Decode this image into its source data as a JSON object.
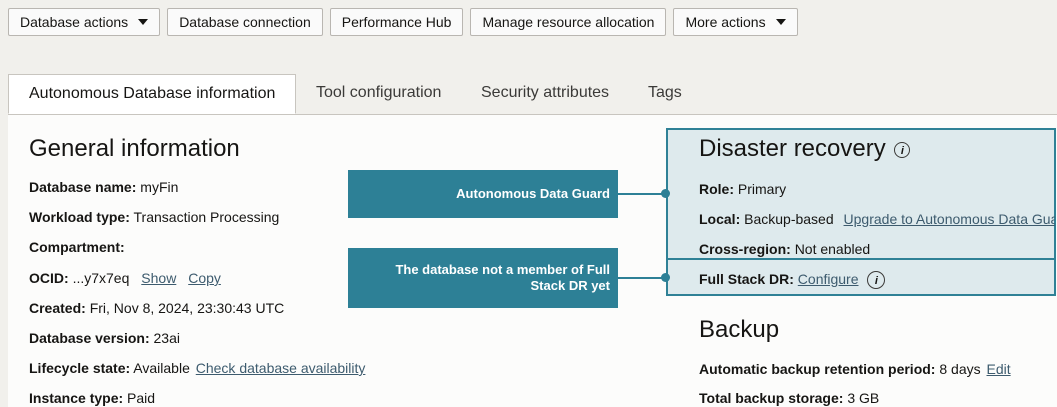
{
  "toolbar": {
    "database_actions": "Database actions",
    "database_connection": "Database connection",
    "performance_hub": "Performance Hub",
    "manage_resource_allocation": "Manage resource allocation",
    "more_actions": "More actions"
  },
  "tabs": [
    "Autonomous Database information",
    "Tool configuration",
    "Security attributes",
    "Tags"
  ],
  "general": {
    "title": "General information",
    "database_name_label": "Database name:",
    "database_name": "myFin",
    "workload_type_label": "Workload type:",
    "workload_type": "Transaction Processing",
    "compartment_label": "Compartment:",
    "ocid_label": "OCID:",
    "ocid": "...y7x7eq",
    "show": "Show",
    "copy": "Copy",
    "created_label": "Created:",
    "created": "Fri, Nov 8, 2024, 23:30:43 UTC",
    "version_label": "Database version:",
    "version": "23ai",
    "lifecycle_label": "Lifecycle state:",
    "lifecycle": "Available",
    "check_availability": "Check database availability",
    "instance_type_label": "Instance type:",
    "instance_type": "Paid"
  },
  "dr": {
    "title": "Disaster recovery",
    "role_label": "Role:",
    "role": "Primary",
    "local_label": "Local:",
    "local": "Backup-based",
    "upgrade": "Upgrade to Autonomous Data Gua",
    "cross_region_label": "Cross-region:",
    "cross_region": "Not enabled",
    "fsdr_label": "Full Stack DR:",
    "fsdr_configure": "Configure"
  },
  "backup": {
    "title": "Backup",
    "retention_label": "Automatic backup retention period:",
    "retention": "8 days",
    "edit": "Edit",
    "storage_label": "Total backup storage:",
    "storage": "3 GB"
  },
  "callouts": {
    "adg": "Autonomous Data Guard",
    "fsdr_line1": "The database not a member of Full",
    "fsdr_line2": "Stack DR yet"
  },
  "colors": {
    "callout": "#2d8096",
    "dr_bg": "#deeaed",
    "link": "#3d5b6e"
  }
}
